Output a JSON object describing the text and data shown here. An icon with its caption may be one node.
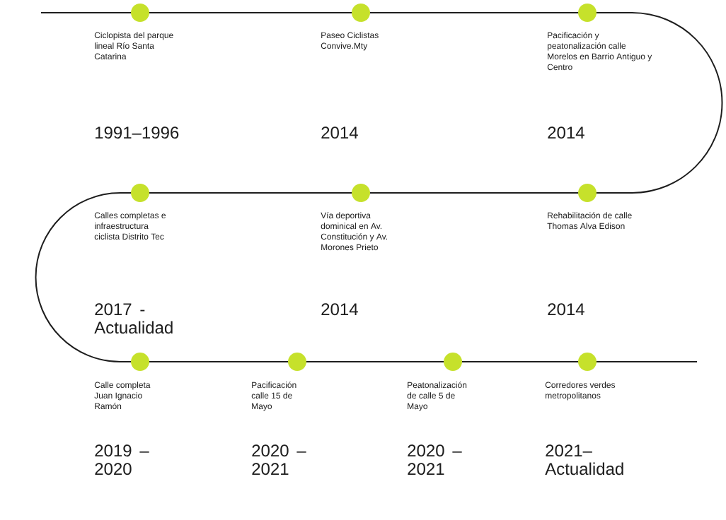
{
  "diagram": {
    "nodes": [
      {
        "text": [
          "Ciclopista del parque lineal Río Santa Catarina",
          "1991–1996"
        ]
      },
      {
        "text": [
          "Paseo Ciclistas Convive.Mty",
          "2014"
        ]
      },
      {
        "text": [
          "Pacificación y peatonalización calle Morelos en Barrio Antiguo y Centro",
          "2014"
        ]
      },
      {
        "text": [
          "Calles completas e infraestructura ciclista Distrito Tec",
          "2017 - Actualidad"
        ]
      },
      {
        "text": [
          "Vía deportiva dominical en Av. Constitución y Av. Morones Prieto",
          "2014"
        ]
      },
      {
        "text": [
          "Rehabilitación de calle Thomas Alva Edison",
          "2014"
        ]
      },
      {
        "text": [
          "Calle completa Juan Ignacio Ramón",
          "2019 – 2020"
        ]
      },
      {
        "text": [
          "Pacificación calle 15 de Mayo",
          "2020 – 2021"
        ]
      },
      {
        "text": [
          "Peatonalización de calle 5 de Mayo",
          "2020 – 2021"
        ]
      },
      {
        "text": [
          "Corredores verdes metropolitanos",
          "2021– Actualidad"
        ]
      }
    ]
  }
}
